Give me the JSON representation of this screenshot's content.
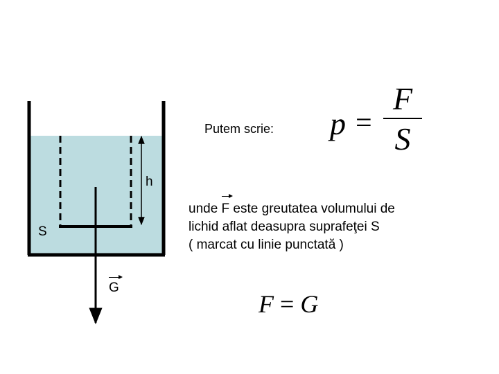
{
  "liquid_color": "#bcdce0",
  "labels": {
    "h": "h",
    "s": "S",
    "g": "G"
  },
  "caption": {
    "putem_scrie": "Putem scrie:"
  },
  "explanation": {
    "unde": "unde ",
    "f_vec": "F",
    "line1_rest": " este greutatea volumului de",
    "line2": "lichid aflat deasupra suprafeţei S",
    "line3": "( marcat cu linie punctată )"
  },
  "formula_pressure": {
    "lhs": "p",
    "eq": "=",
    "numerator": "F",
    "denominator": "S"
  },
  "formula_force": {
    "lhs": "F",
    "eq": "=",
    "rhs": "G"
  }
}
